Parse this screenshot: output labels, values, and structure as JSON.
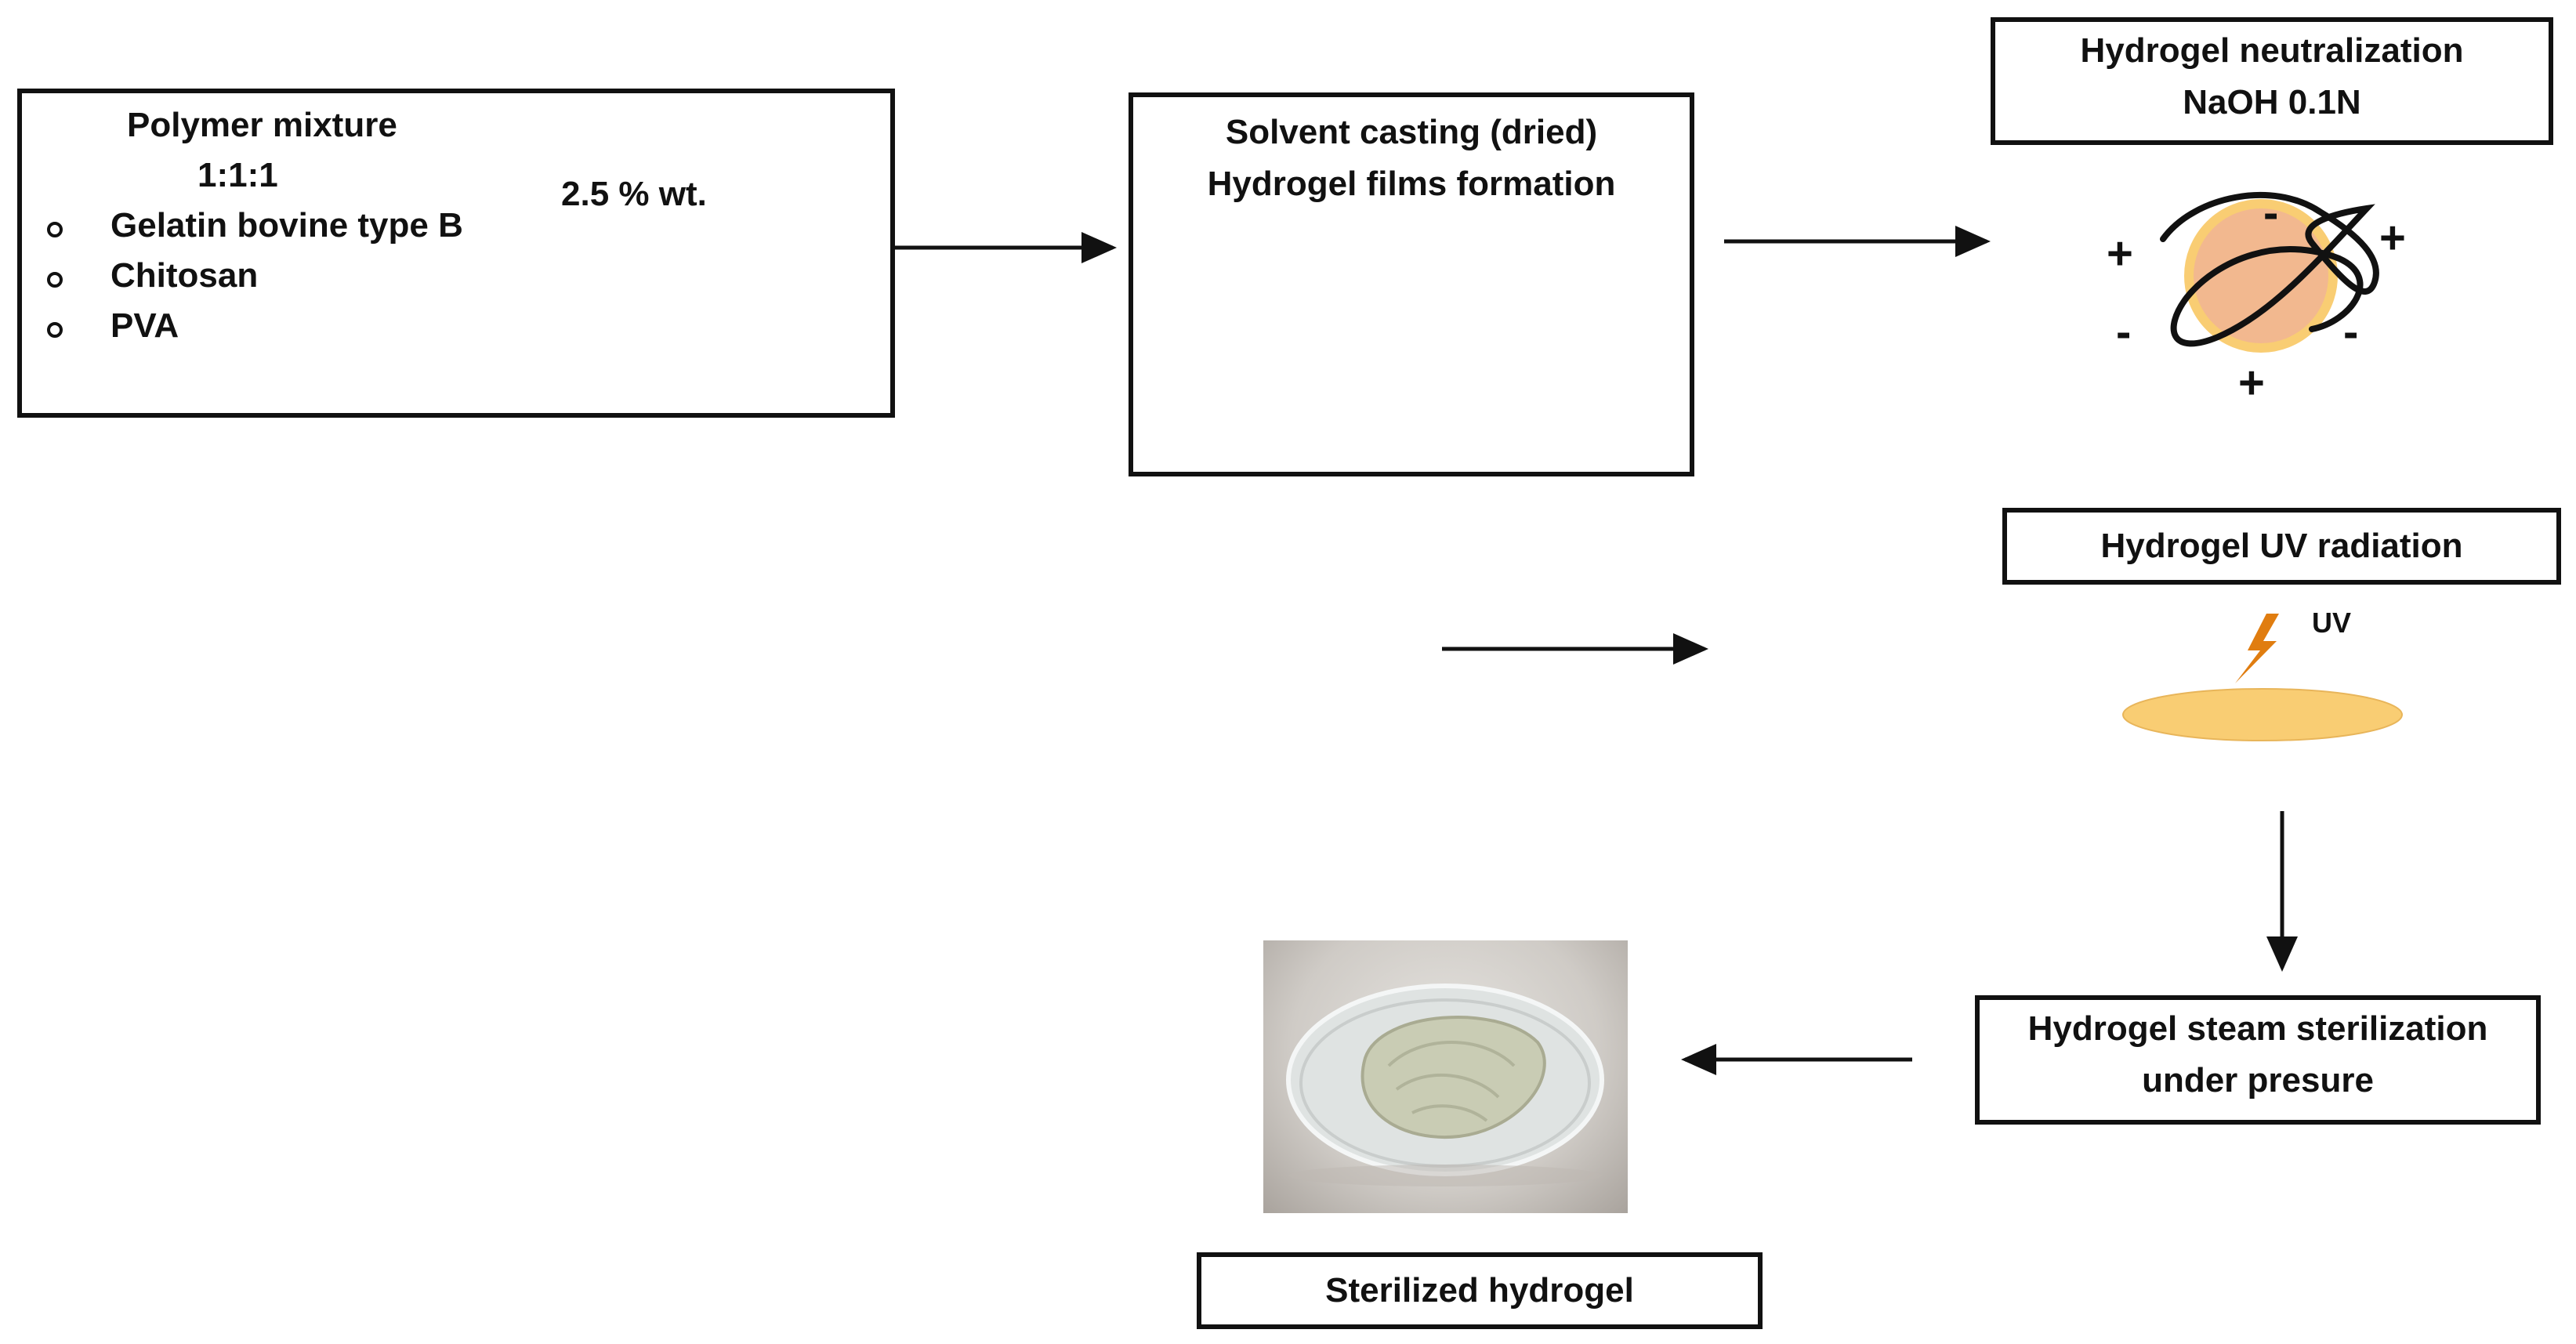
{
  "step1": {
    "title": "Polymer mixture",
    "ratio": "1:1:1",
    "items": [
      "Gelatin bovine type B",
      "Chitosan",
      "PVA"
    ],
    "beaker_label": "2.5 % wt."
  },
  "step2": {
    "line1": "Solvent casting (dried)",
    "line2": "Hydrogel films formation"
  },
  "step3": {
    "line1": "Hydrogel neutralization",
    "line2": "NaOH 0.1N",
    "charges": {
      "plus": "+",
      "minus": "-"
    }
  },
  "step4": {
    "title": "Hydrogel UV radiation",
    "uv_label": "UV"
  },
  "step5": {
    "line1": "Hydrogel steam sterilization",
    "line2": "under presure"
  },
  "step6": {
    "title": "Sterilized hydrogel"
  },
  "colors": {
    "film": "#f9cd73",
    "beaker_liquid": "#9a9418",
    "steam": "#e8a070",
    "particle": "#f2b88f",
    "lightning": "#e07d10",
    "outline": "#111111"
  }
}
